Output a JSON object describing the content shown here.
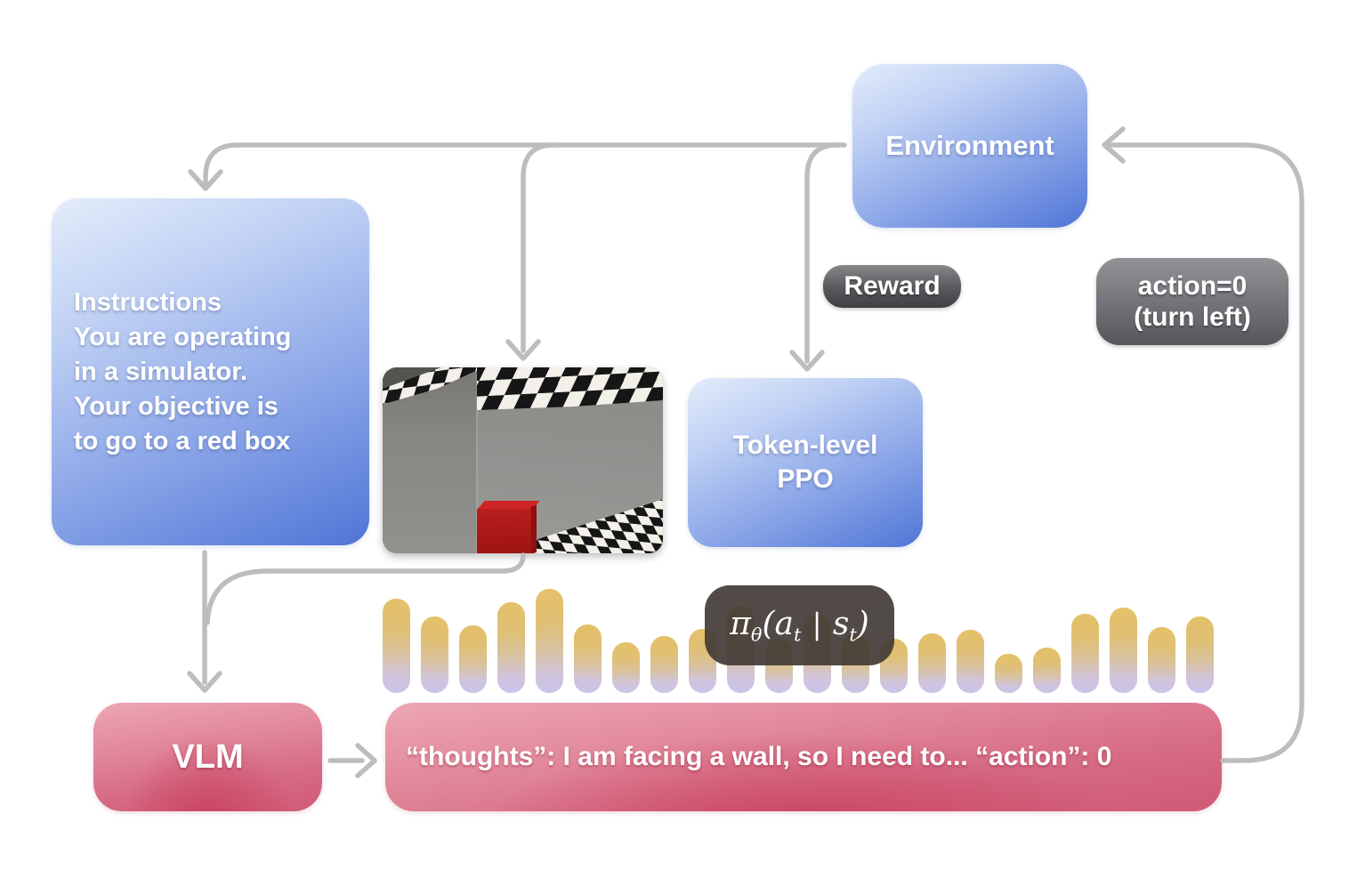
{
  "diagram": {
    "environment": {
      "label": "Environment"
    },
    "instructions": {
      "lines": [
        "Instructions",
        "You are operating",
        "in a simulator.",
        "Your objective is",
        "to go to a red box"
      ]
    },
    "reward_badge": {
      "label": "Reward"
    },
    "action_badge": {
      "line1": "action=0",
      "line2": "(turn left)"
    },
    "ppo": {
      "line1": "Token-level",
      "line2": "PPO"
    },
    "policy": {
      "pi": "π",
      "theta": "θ",
      "lparen": "(",
      "a": "a",
      "a_sub": "t",
      "mid": "|",
      "s": "s",
      "s_sub": "t",
      "rparen": ")"
    },
    "vlm": {
      "label": "VLM"
    },
    "output": {
      "text": "“thoughts”: I am facing a wall, so I need to... “action”: 0"
    }
  },
  "token_bars": {
    "heights": [
      106,
      86,
      76,
      102,
      117,
      77,
      57,
      64,
      72,
      98,
      62,
      88,
      66,
      61,
      67,
      71,
      44,
      51,
      89,
      96,
      74,
      86
    ]
  },
  "colors": {
    "box_blue_light": "#e3ecfa",
    "box_blue_dark": "#5c80da",
    "badge_gray_top": "#87878a",
    "badge_gray_bottom": "#3e3e43",
    "policy_badge": "#423b36",
    "pink_top": "#eda6b4",
    "pink_bottom": "#d05a75",
    "bar_top": "#e4c168",
    "bar_bottom": "#cac4ea",
    "arrow_gray": "#bdbdbd",
    "sim_red_box": "#ba1f1f"
  }
}
